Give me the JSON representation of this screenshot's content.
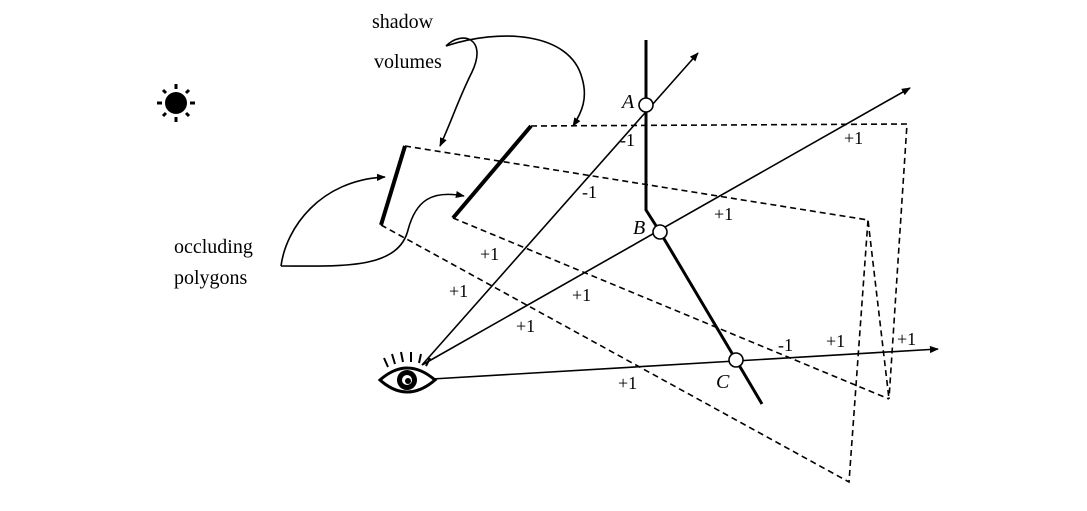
{
  "labels": {
    "shadow_line1": "shadow",
    "shadow_line2": "volumes",
    "occluding_line1": "occluding",
    "occluding_line2": "polygons"
  },
  "points": {
    "a": "A",
    "b": "B",
    "c": "C"
  },
  "counts": {
    "ray_a_1": "-1",
    "ray_a_2": "-1",
    "ray_a_3": "+1",
    "ray_a_4": "+1",
    "ray_b_1": "+1",
    "ray_b_2": "+1",
    "ray_b_3": "+1",
    "ray_b_4": "+1",
    "ray_c_1": "+1",
    "ray_c_2": "-1",
    "ray_c_3": "+1",
    "ray_c_4": "+1"
  },
  "icons": {
    "light": "sun-icon",
    "viewer": "eye-icon"
  },
  "colors": {
    "ink": "#000000",
    "background": "#ffffff"
  }
}
